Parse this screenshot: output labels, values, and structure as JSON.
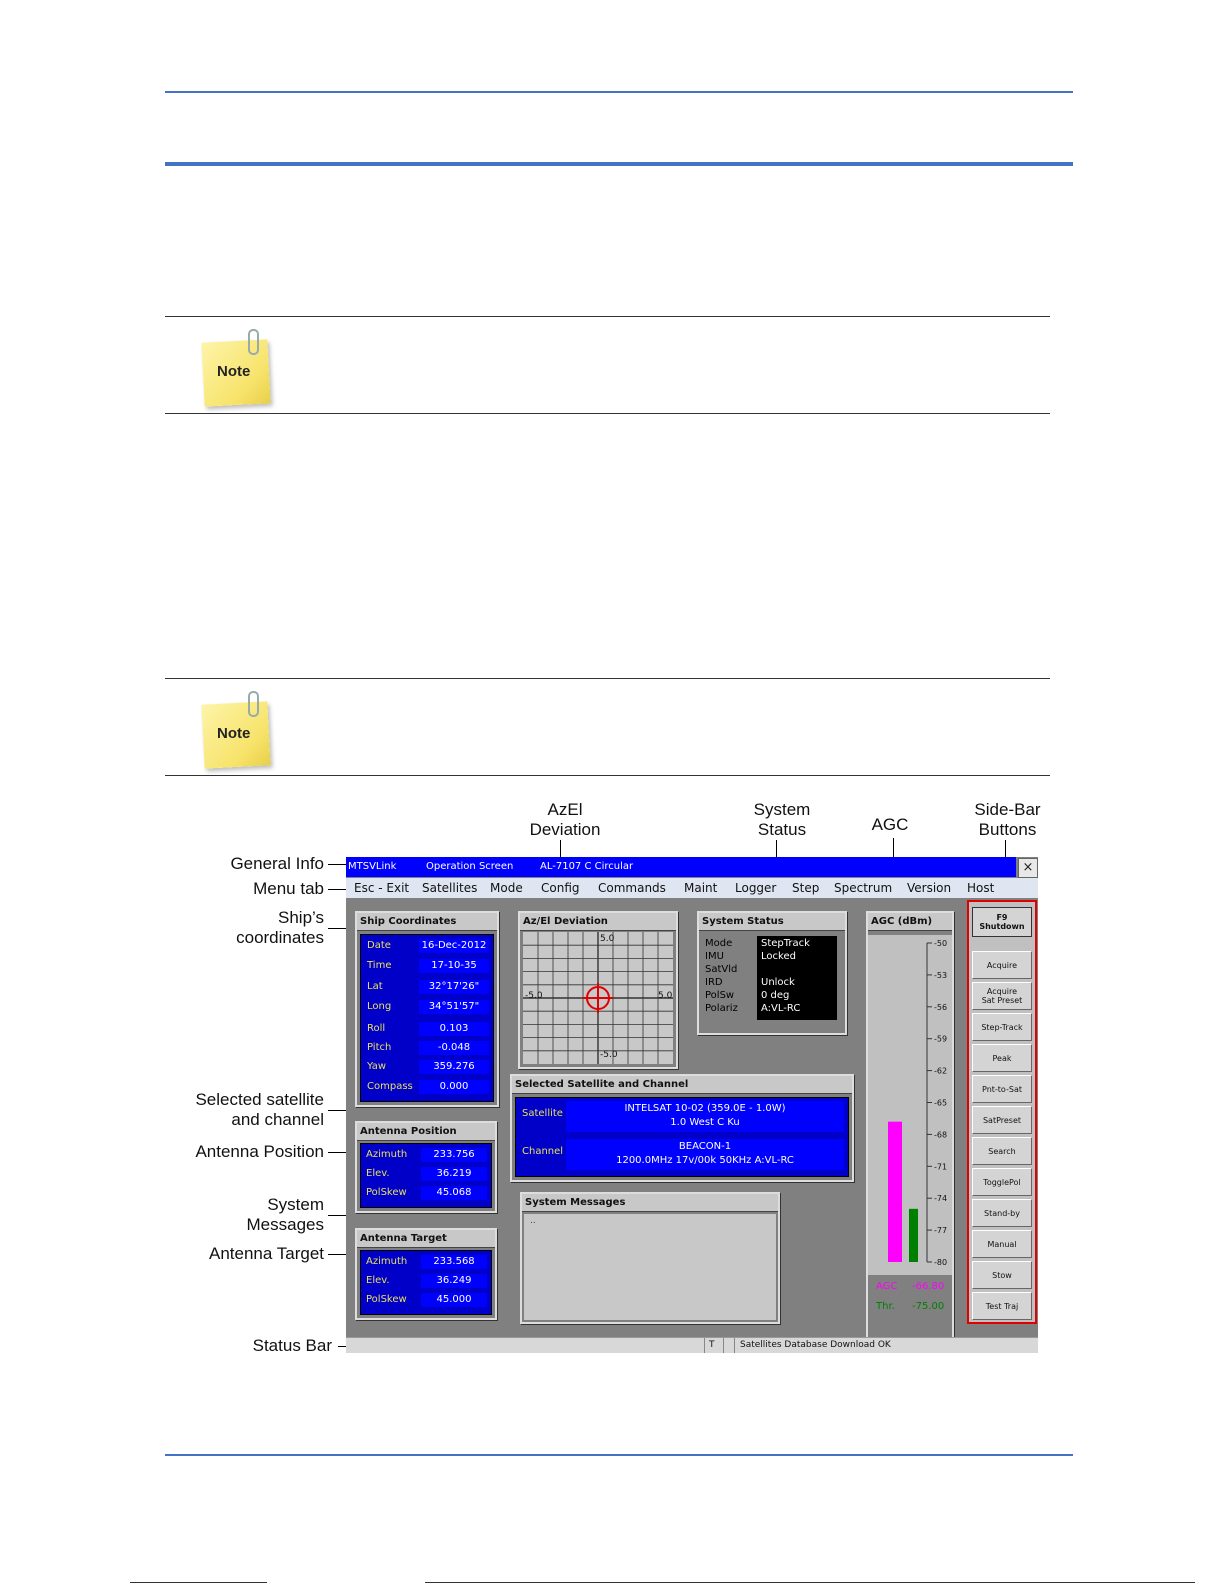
{
  "notes": [
    {
      "label": "Note"
    },
    {
      "label": "Note"
    }
  ],
  "callouts": {
    "azel_deviation": "AzEl\nDeviation",
    "system_status": "System\nStatus",
    "agc": "AGC",
    "sidebar_buttons": "Side-Bar\nButtons",
    "general_info": "General Info",
    "menu_tab": "Menu tab",
    "ships_coordinates": "Ship’s\ncoordinates",
    "selected_satellite": "Selected satellite\nand channel",
    "antenna_position": "Antenna Position",
    "system_messages": "System\nMessages",
    "antenna_target": "Antenna Target",
    "status_bar": "Status Bar"
  },
  "app": {
    "title": {
      "app_name": "MTSVLink",
      "screen": "Operation Screen",
      "antenna": "AL-7107 C Circular"
    },
    "close_label": "×",
    "menu": [
      "Esc - Exit",
      "Satellites",
      "Mode",
      "Config",
      "Commands",
      "Maint",
      "Logger",
      "Step",
      "Spectrum",
      "Version",
      "Host"
    ],
    "ship_coordinates": {
      "title": "Ship Coordinates",
      "fields": [
        {
          "label": "Date",
          "value": "16-Dec-2012"
        },
        {
          "label": "Time",
          "value": "17-10-35"
        },
        {
          "label": "Lat",
          "value": "32°17'26\""
        },
        {
          "label": "Long",
          "value": "34°51'57\""
        },
        {
          "label": "Roll",
          "value": "0.103"
        },
        {
          "label": "Pitch",
          "value": "-0.048"
        },
        {
          "label": "Yaw",
          "value": "359.276"
        },
        {
          "label": "Compass",
          "value": "0.000"
        }
      ]
    },
    "azel": {
      "title": "Az/El Deviation",
      "ticks": {
        "top": "5.0",
        "bottom": "-5.0",
        "left": "-5.0",
        "right": "5.0"
      }
    },
    "system_status": {
      "title": "System Status",
      "rows": [
        {
          "label": "Mode",
          "value": "StepTrack"
        },
        {
          "label": "IMU",
          "value": "Locked"
        },
        {
          "label": "SatVld",
          "value": ""
        },
        {
          "label": "IRD",
          "value": "Unlock"
        },
        {
          "label": "PolSw",
          "value": "0 deg"
        },
        {
          "label": "Polariz",
          "value": "A:VL-RC"
        }
      ]
    },
    "agc": {
      "title": "AGC (dBm)",
      "ticks": [
        "-50",
        "-53",
        "-56",
        "-59",
        "-62",
        "-65",
        "-68",
        "-71",
        "-74",
        "-77",
        "-80"
      ],
      "agc_label": "AGC",
      "agc_value": "-66.80",
      "thr_label": "Thr.",
      "thr_value": "-75.00",
      "agc_level": -66.8,
      "thr_level": -75.0,
      "min": -80,
      "max": -50,
      "agc_color": "#ff00ff",
      "thr_color": "#008000"
    },
    "selected": {
      "title": "Selected Satellite and Channel",
      "satellite_label": "Satellite",
      "satellite_line1": "INTELSAT 10-02 (359.0E - 1.0W)",
      "satellite_line2": "1.0 West  C Ku",
      "channel_label": "Channel",
      "channel_line1": "BEACON-1",
      "channel_line2": "1200.0MHz  17v/00k  50KHz  A:VL-RC"
    },
    "antenna_position": {
      "title": "Antenna Position",
      "fields": [
        {
          "label": "Azimuth",
          "value": "233.756"
        },
        {
          "label": "Elev.",
          "value": "36.219"
        },
        {
          "label": "PolSkew",
          "value": "45.068"
        }
      ]
    },
    "antenna_target": {
      "title": "Antenna Target",
      "fields": [
        {
          "label": "Azimuth",
          "value": "233.568"
        },
        {
          "label": "Elev.",
          "value": "36.249"
        },
        {
          "label": "PolSkew",
          "value": "45.000"
        }
      ]
    },
    "system_messages": {
      "title": "System Messages",
      "body": ".."
    },
    "sidebar": [
      "F9\nShutdown",
      "Acquire",
      "Acquire\nSat Preset",
      "Step-Track",
      "Peak",
      "Pnt-to-Sat",
      "SatPreset",
      "Search",
      "TogglePol",
      "Stand-by",
      "Manual",
      "Stow",
      "Test Traj"
    ],
    "status_bar": {
      "flag": "T",
      "message": "Satellites Database Download OK"
    },
    "colors": {
      "titlebar": "#0000ff",
      "field": "#0000ff",
      "panel": "#808080",
      "sidebar_border": "#e00000"
    }
  }
}
